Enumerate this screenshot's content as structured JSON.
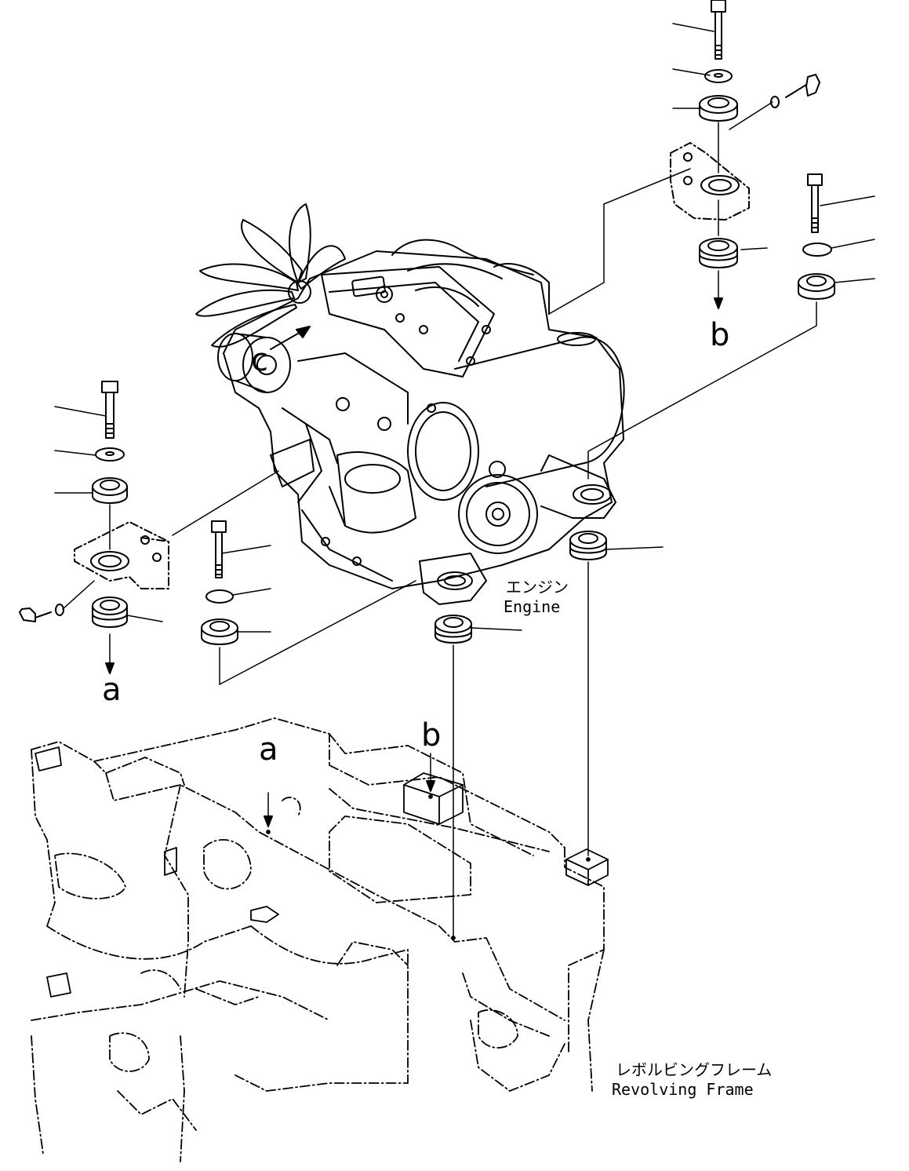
{
  "labels": {
    "engine_jp": "エンジン",
    "engine_en": "Engine",
    "frame_jp": "レボルビングフレーム",
    "frame_en": "Revolving Frame",
    "view_c": "c",
    "arrow_a_top": "a",
    "arrow_b_top": "b",
    "arrow_a_bottom": "a",
    "arrow_b_bottom": "b"
  }
}
